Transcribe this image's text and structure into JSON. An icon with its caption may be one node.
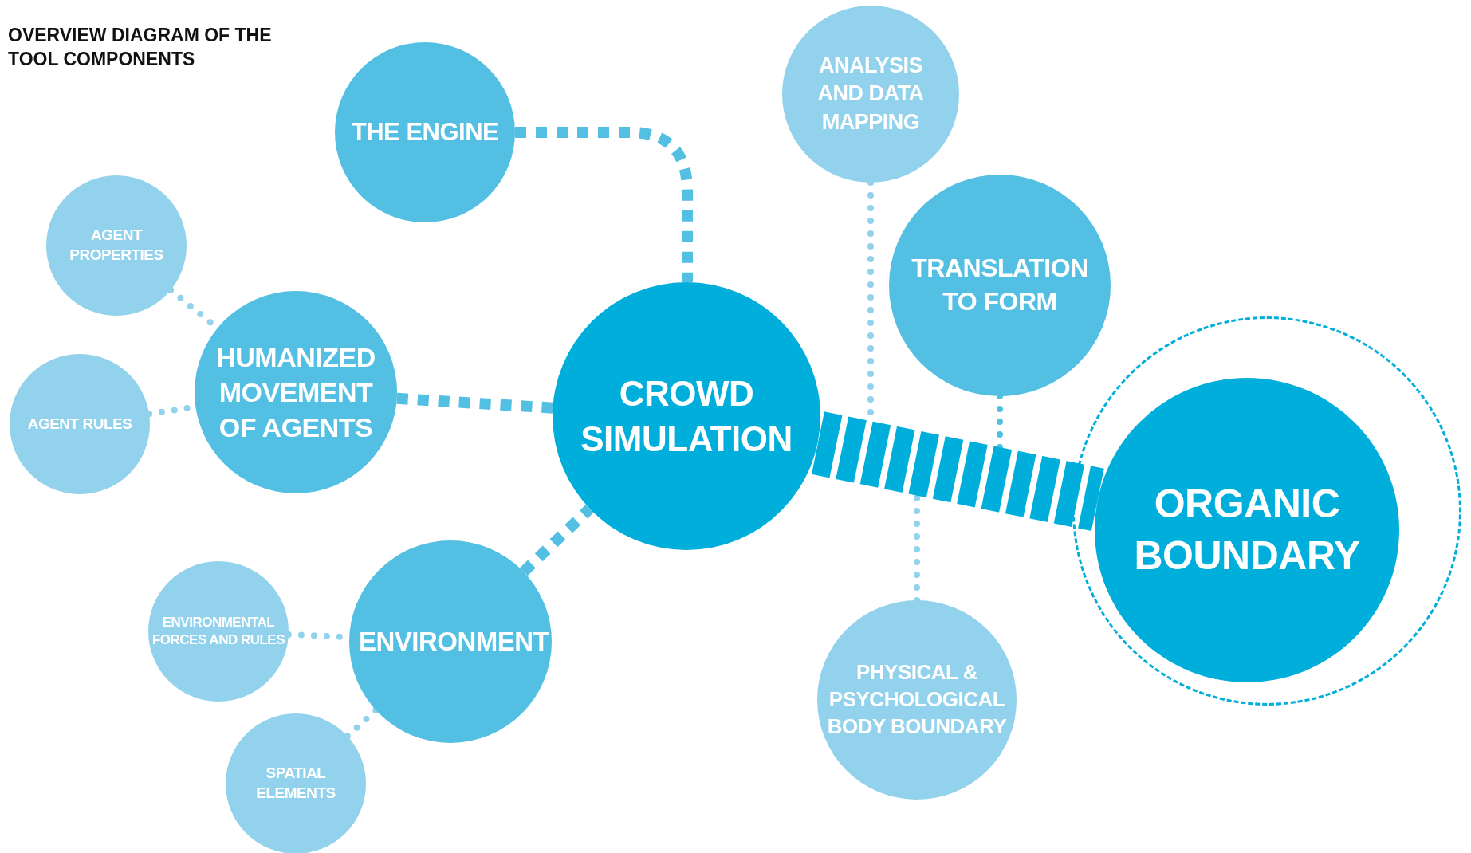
{
  "diagram": {
    "title": "OVERVIEW DIAGRAM OF THE TOOL COMPONENTS",
    "nodes": [
      {
        "text": [
          "THE ENGINE"
        ]
      },
      {
        "text": [
          "AGENT PROPERTIES"
        ]
      },
      {
        "text": [
          "HUMANIZED MOVEMENT OF AGENTS"
        ]
      },
      {
        "text": [
          "AGENT RULES"
        ]
      },
      {
        "text": [
          "CROWD SIMULATION"
        ]
      },
      {
        "text": [
          "ENVIRONMENT"
        ]
      },
      {
        "text": [
          "ENVIRONMENTAL FORCES AND RULES"
        ]
      },
      {
        "text": [
          "SPATIAL ELEMENTS"
        ]
      },
      {
        "text": [
          "ANALYSIS AND DATA MAPPING"
        ]
      },
      {
        "text": [
          "TRANSLATION TO FORM"
        ]
      },
      {
        "text": [
          "PHYSICAL & PSYCHOLOGICAL BODY BOUNDARY"
        ]
      },
      {
        "text": [],
        "shape": "circle"
      },
      {
        "text": [
          "ORGANIC BOUNDARY"
        ],
        "in": 11
      }
    ],
    "edges": [
      {
        "from": 0,
        "to": 4,
        "arrow": "none",
        "style": "dashed",
        "color": "#52bfe3"
      },
      {
        "from": 1,
        "to": 2,
        "arrow": "none"
      },
      {
        "from": 3,
        "to": 2,
        "arrow": "none"
      },
      {
        "from": 2,
        "to": 4,
        "arrow": "none",
        "style": "dashed",
        "color": "#52bfe3"
      },
      {
        "from": 5,
        "to": 4,
        "arrow": "none",
        "style": "dashed",
        "color": "#52bfe3"
      },
      {
        "from": 6,
        "to": 5,
        "arrow": "none"
      },
      {
        "from": 7,
        "to": 5,
        "arrow": "none"
      },
      {
        "from": 8,
        "to": null,
        "arrow": "none"
      },
      {
        "from": 9,
        "to": null,
        "arrow": "none",
        "color": "#52bfe3"
      },
      {
        "from": 10,
        "to": null,
        "arrow": "none"
      },
      {
        "from": 4,
        "to": 12,
        "arrow": "none",
        "style": "thick",
        "color": "#00aedb"
      }
    ]
  }
}
